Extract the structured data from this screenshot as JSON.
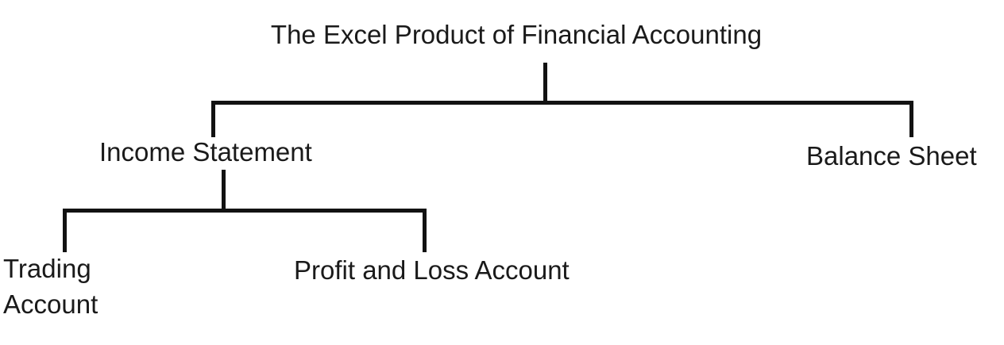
{
  "diagram": {
    "type": "tree",
    "title": "The Excel Product of Financial Accounting",
    "nodes": [
      {
        "id": "root",
        "label": "The Excel Product of Financial Accounting",
        "level": 0,
        "parent": null
      },
      {
        "id": "income-statement",
        "label": "Income Statement",
        "level": 1,
        "parent": "root"
      },
      {
        "id": "balance-sheet",
        "label": "Balance Sheet",
        "level": 1,
        "parent": "root"
      },
      {
        "id": "trading-account",
        "label": "Trading Account",
        "level": 2,
        "parent": "income-statement"
      },
      {
        "id": "profit-and-loss-account",
        "label": "Profit and Loss Account",
        "level": 2,
        "parent": "income-statement"
      }
    ],
    "colors": {
      "line": "#121212",
      "text": "#1a1a1a",
      "background": "#ffffff"
    }
  }
}
